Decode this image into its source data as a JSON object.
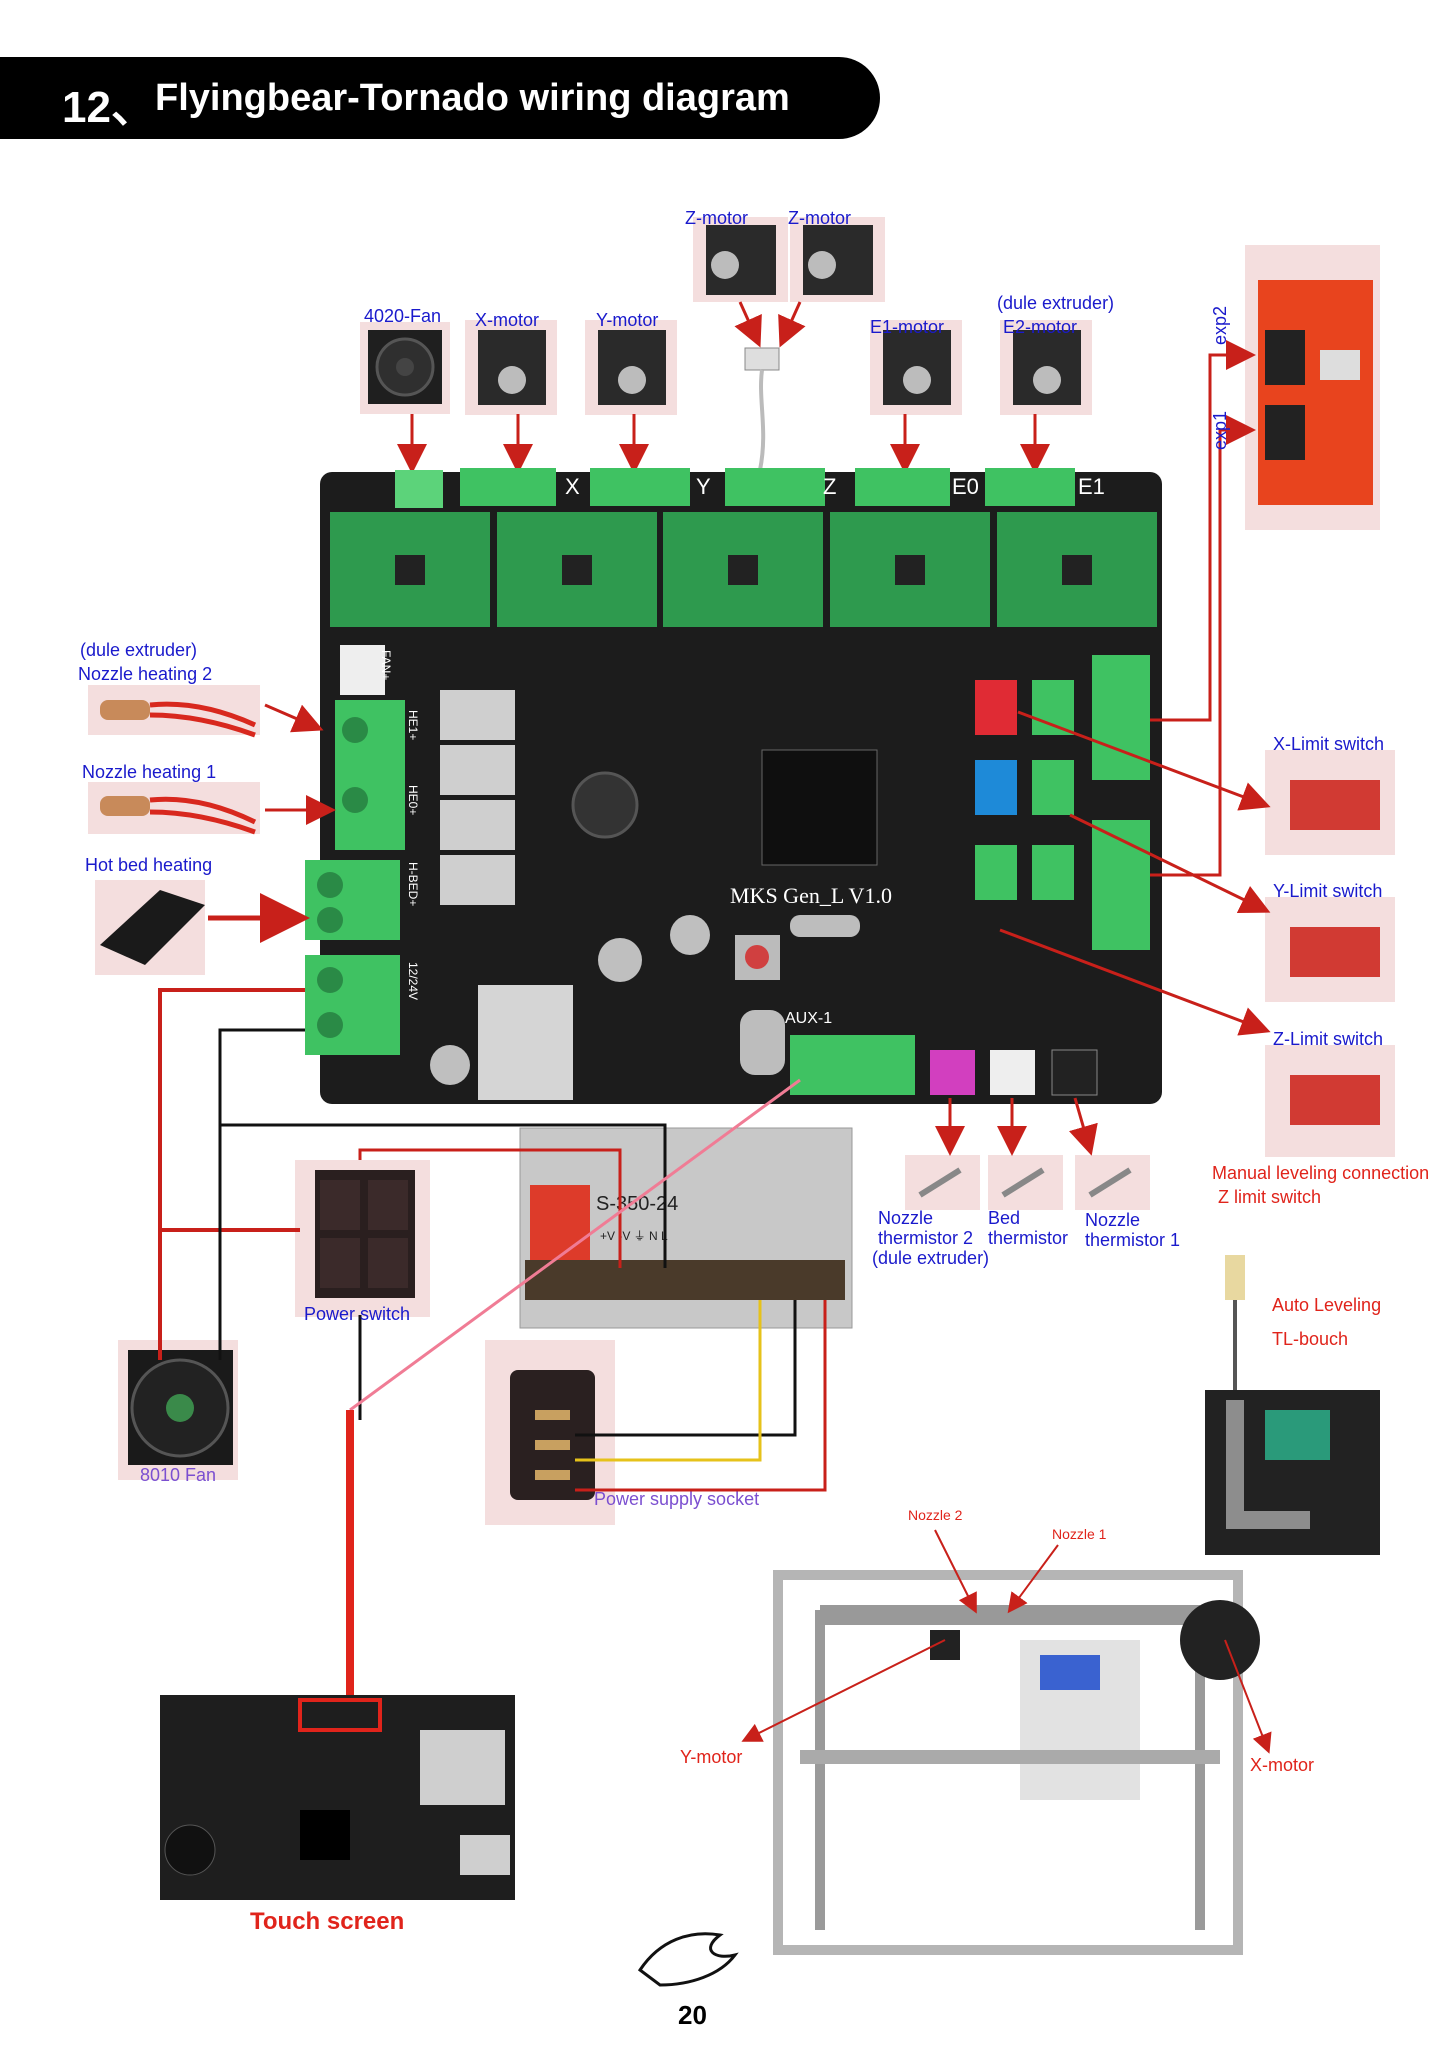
{
  "header": {
    "number": "12、",
    "title": "Flyingbear-Tornado wiring diagram"
  },
  "motors": {
    "z_motor_1": "Z-motor",
    "z_motor_2": "Z-motor",
    "fan_4020": "4020-Fan",
    "x_motor": "X-motor",
    "y_motor": "Y-motor",
    "e1_motor": "E1-motor",
    "dule_extruder": "(dule extruder)",
    "e2_motor": "E2-motor"
  },
  "lcd": {
    "exp2": "exp2",
    "exp1": "exp1"
  },
  "board": {
    "model": "MKS  Gen_L V1.0",
    "axis_x": "X",
    "axis_y": "Y",
    "axis_z": "Z",
    "axis_e0": "E0",
    "axis_e1": "E1",
    "aux1": "AUX-1",
    "fan_plus": "FAN+",
    "he1_plus": "HE1+",
    "he0_plus": "HE0+",
    "hbed_plus": "H-BED+",
    "power_12_24v": "12/24V"
  },
  "heaters": {
    "nozzle2_line1": "(dule extruder)",
    "nozzle2_line2": "Nozzle heating 2",
    "nozzle1": "Nozzle heating 1",
    "hot_bed": "Hot bed heating"
  },
  "switches": {
    "x_limit": "X-Limit switch",
    "y_limit": "Y-Limit switch",
    "z_limit": "Z-Limit switch",
    "manual_line1": "Manual leveling connection",
    "manual_line2": "Z limit switch"
  },
  "thermistors": {
    "nozzle2_line1": "Nozzle",
    "nozzle2_line2": "thermistor 2",
    "nozzle2_line3": "(dule extruder)",
    "bed_line1": "Bed",
    "bed_line2": "thermistor",
    "nozzle1_line1": "Nozzle",
    "nozzle1_line2": "thermistor 1"
  },
  "power": {
    "psu_model": "S-350-24",
    "psu_terminals": "+V    -V    ⏚  N  L",
    "power_switch": "Power switch",
    "fan_8010": "8010 Fan",
    "socket": "Power supply socket"
  },
  "leveling": {
    "auto_leveling": "Auto Leveling",
    "tl_bouch": "TL-bouch"
  },
  "printer": {
    "nozzle2": "Nozzle 2",
    "nozzle1": "Nozzle 1",
    "y_motor": "Y-motor",
    "x_motor": "X-motor"
  },
  "touch_screen": {
    "label": "Touch screen"
  },
  "page_number": "20",
  "colors": {
    "header_bg": "#000000",
    "label_blue": "#1a1acc",
    "label_red": "#e0241b",
    "label_purple": "#7b4fd0",
    "board_black": "#1c1c1c",
    "driver_green": "#2e9a4e",
    "connector_green": "#3fc262",
    "wire_red": "#c8201a",
    "psu_silver": "#c8c8c8"
  }
}
